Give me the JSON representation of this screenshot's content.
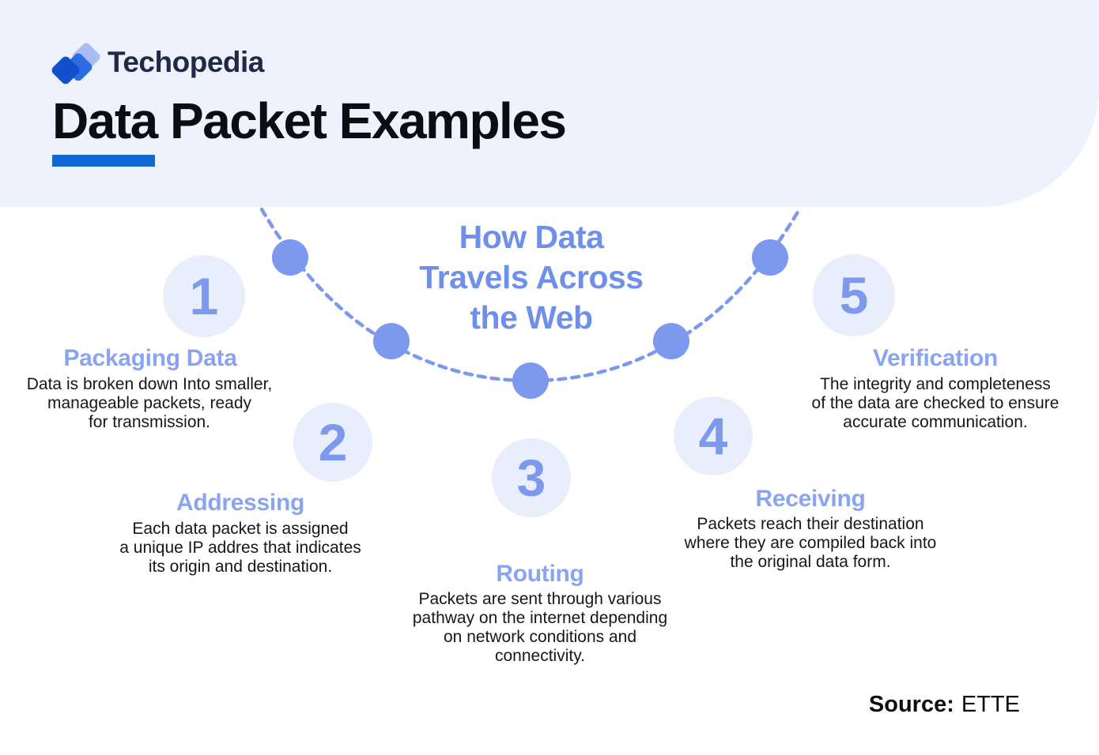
{
  "colors": {
    "header_bg": "#EDF2FC",
    "accent_bar": "#0E69D4",
    "brand_navy": "#1E2A47",
    "title_black": "#0A0D12",
    "step_number_blue": "#7C99EE",
    "step_circle_bg": "#E9EEFC",
    "step_heading_blue": "#8AA4F2",
    "center_title_blue": "#6E90EB",
    "path_dot_blue": "#7C99EE",
    "body_text": "#15171C",
    "logo_dark_blue": "#1150CC",
    "logo_mid_blue": "#2E6CE3",
    "logo_light_blue": "#A9BDF4"
  },
  "brand": {
    "name": "Techopedia"
  },
  "header": {
    "title": "Data Packet Examples"
  },
  "diagram": {
    "center_title": "How Data\nTravels Across\nthe Web"
  },
  "steps": [
    {
      "number": "1",
      "heading": "Packaging Data",
      "body": "Data is broken down Into smaller,\nmanageable packets, ready\nfor transmission."
    },
    {
      "number": "2",
      "heading": "Addressing",
      "body": "Each data packet is assigned\na unique IP addres that indicates\nits origin and destination."
    },
    {
      "number": "3",
      "heading": "Routing",
      "body": "Packets are sent through various\npathway on the internet depending\non network conditions and\nconnectivity."
    },
    {
      "number": "4",
      "heading": "Receiving",
      "body": "Packets reach their destination\nwhere they are compiled back into\nthe original data form."
    },
    {
      "number": "5",
      "heading": "Verification",
      "body": "The integrity and completeness\nof the data are checked to ensure\naccurate communication."
    }
  ],
  "source": {
    "label": "Source:",
    "value": "ETTE"
  }
}
